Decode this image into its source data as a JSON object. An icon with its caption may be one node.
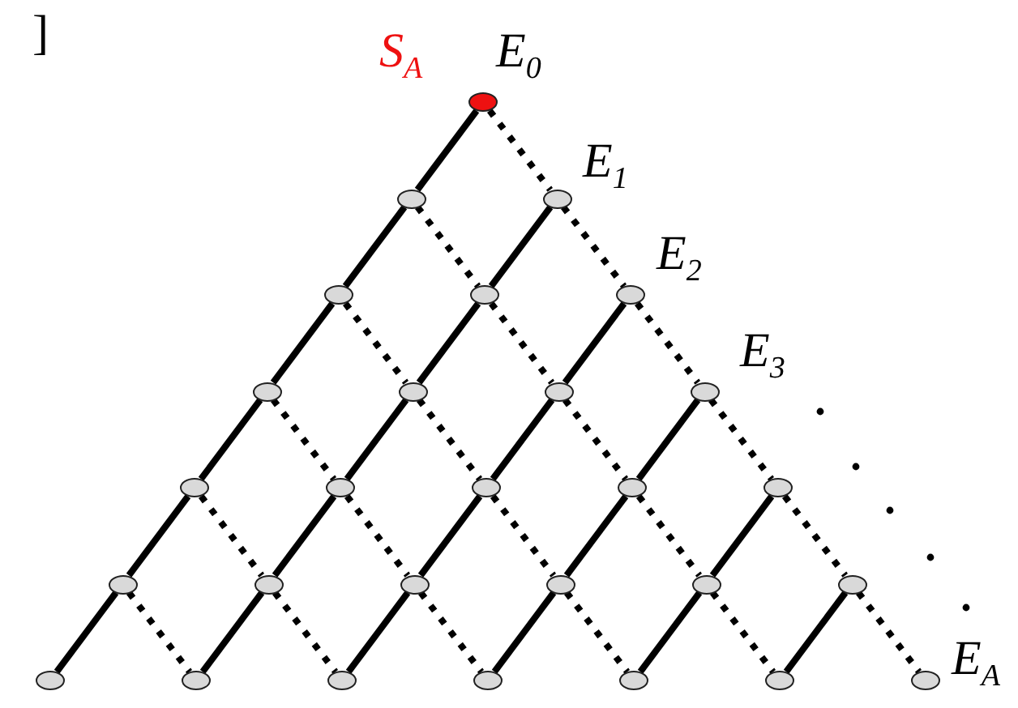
{
  "diagram": {
    "nodes": [
      {
        "text": [],
        "shape": "circle",
        "beside": [
          "S$_{A}$",
          "E$_{0}$"
        ]
      },
      {
        "text": [],
        "shape": "circle"
      },
      {
        "text": [],
        "shape": "circle",
        "beside": [
          "E$_{1}$"
        ]
      },
      {
        "text": [],
        "shape": "circle"
      },
      {
        "text": [],
        "shape": "circle"
      },
      {
        "text": [],
        "shape": "circle",
        "beside": [
          "E$_{2}$"
        ]
      },
      {
        "text": [],
        "shape": "circle"
      },
      {
        "text": [],
        "shape": "circle"
      },
      {
        "text": [],
        "shape": "circle"
      },
      {
        "text": [],
        "shape": "circle",
        "beside": [
          "E$_{3}$"
        ]
      },
      {
        "text": [],
        "shape": "circle"
      },
      {
        "text": [],
        "shape": "circle"
      },
      {
        "text": [],
        "shape": "circle"
      },
      {
        "text": [],
        "shape": "circle"
      },
      {
        "text": [],
        "shape": "circle"
      },
      {
        "text": [],
        "shape": "circle"
      },
      {
        "text": [],
        "shape": "circle"
      },
      {
        "text": [],
        "shape": "circle"
      },
      {
        "text": [],
        "shape": "circle"
      },
      {
        "text": [],
        "shape": "circle"
      },
      {
        "text": [],
        "shape": "circle"
      },
      {
        "text": [],
        "shape": "circle"
      },
      {
        "text": [],
        "shape": "circle"
      },
      {
        "text": [],
        "shape": "circle"
      },
      {
        "text": [],
        "shape": "circle"
      },
      {
        "text": [],
        "shape": "circle"
      },
      {
        "text": [],
        "shape": "circle"
      },
      {
        "text": [],
        "shape": "circle",
        "beside": [
          "E$_{A}$"
        ]
      }
    ],
    "edges": [
      {
        "from": 0,
        "to": 1,
        "arrow": "none"
      },
      {
        "from": 0,
        "to": 2,
        "arrow": "none",
        "style": "dashed"
      },
      {
        "from": 1,
        "to": 3,
        "arrow": "none"
      },
      {
        "from": 1,
        "to": 4,
        "arrow": "none",
        "style": "dashed"
      },
      {
        "from": 2,
        "to": 4,
        "arrow": "none"
      },
      {
        "from": 2,
        "to": 5,
        "arrow": "none",
        "style": "dashed"
      },
      {
        "from": 3,
        "to": 6,
        "arrow": "none"
      },
      {
        "from": 3,
        "to": 7,
        "arrow": "none",
        "style": "dashed"
      },
      {
        "from": 4,
        "to": 7,
        "arrow": "none"
      },
      {
        "from": 4,
        "to": 8,
        "arrow": "none",
        "style": "dashed"
      },
      {
        "from": 5,
        "to": 8,
        "arrow": "none"
      },
      {
        "from": 5,
        "to": 9,
        "arrow": "none",
        "style": "dashed"
      },
      {
        "from": 6,
        "to": 10,
        "arrow": "none"
      },
      {
        "from": 6,
        "to": 11,
        "arrow": "none",
        "style": "dashed"
      },
      {
        "from": 7,
        "to": 11,
        "arrow": "none"
      },
      {
        "from": 7,
        "to": 12,
        "arrow": "none",
        "style": "dashed"
      },
      {
        "from": 8,
        "to": 12,
        "arrow": "none"
      },
      {
        "from": 8,
        "to": 13,
        "arrow": "none",
        "style": "dashed"
      },
      {
        "from": 9,
        "to": 13,
        "arrow": "none"
      },
      {
        "from": 9,
        "to": 14,
        "arrow": "none",
        "style": "dashed"
      },
      {
        "from": 10,
        "to": 15,
        "arrow": "none"
      },
      {
        "from": 10,
        "to": 16,
        "arrow": "none",
        "style": "dashed"
      },
      {
        "from": 11,
        "to": 16,
        "arrow": "none"
      },
      {
        "from": 11,
        "to": 17,
        "arrow": "none",
        "style": "dashed"
      },
      {
        "from": 12,
        "to": 17,
        "arrow": "none"
      },
      {
        "from": 12,
        "to": 18,
        "arrow": "none",
        "style": "dashed"
      },
      {
        "from": 13,
        "to": 18,
        "arrow": "none"
      },
      {
        "from": 13,
        "to": 19,
        "arrow": "none",
        "style": "dashed"
      },
      {
        "from": 14,
        "to": 19,
        "arrow": "none"
      },
      {
        "from": 14,
        "to": 20,
        "arrow": "none",
        "style": "dashed"
      },
      {
        "from": 15,
        "to": 21,
        "arrow": "none"
      },
      {
        "from": 15,
        "to": 22,
        "arrow": "none",
        "style": "dashed"
      },
      {
        "from": 16,
        "to": 22,
        "arrow": "none"
      },
      {
        "from": 16,
        "to": 23,
        "arrow": "none",
        "style": "dashed"
      },
      {
        "from": 17,
        "to": 23,
        "arrow": "none"
      },
      {
        "from": 17,
        "to": 24,
        "arrow": "none",
        "style": "dashed"
      },
      {
        "from": 18,
        "to": 24,
        "arrow": "none"
      },
      {
        "from": 18,
        "to": 25,
        "arrow": "none",
        "style": "dashed"
      },
      {
        "from": 19,
        "to": 25,
        "arrow": "none"
      },
      {
        "from": 19,
        "to": 26,
        "arrow": "none",
        "style": "dashed"
      },
      {
        "from": 20,
        "to": 26,
        "arrow": "none"
      },
      {
        "from": 20,
        "to": 27,
        "arrow": "none",
        "style": "dashed"
      }
    ],
    "labels": [
      "]"
    ]
  }
}
